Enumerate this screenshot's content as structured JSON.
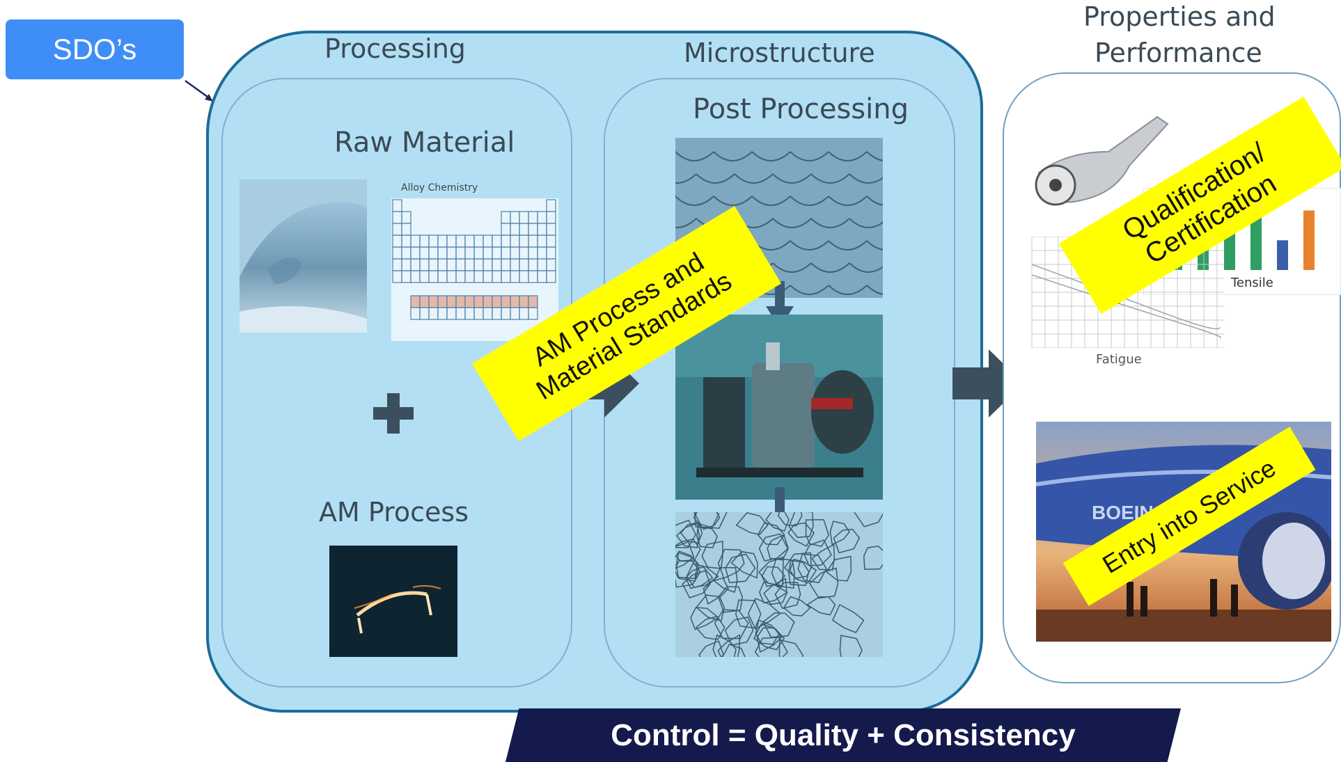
{
  "sdo_label": "SDO’s",
  "columns": {
    "processing": "Processing",
    "microstructure": "Microstructure",
    "properties_line1": "Properties and",
    "properties_line2": "Performance"
  },
  "left_panel": {
    "raw_material": "Raw Material",
    "alloy_chemistry": "Alloy Chemistry",
    "am_process": "AM Process"
  },
  "middle_panel": {
    "post_processing": "Post Processing"
  },
  "right_panel": {
    "tensile": "Tensile",
    "fatigue": "Fatigue",
    "boeing_text": "BOEING"
  },
  "stickies": {
    "am_standards_line1": "AM Process and",
    "am_standards_line2": "Material Standards",
    "qualification_line1": "Qualification/",
    "qualification_line2": "Certification",
    "entry_service": "Entry into Service"
  },
  "banner": "Control = Quality + Consistency",
  "colors": {
    "sdo_button": "#3f8ef7",
    "main_fill": "#b3dff5",
    "main_border": "#1c6b9a",
    "sticky": "#ffff00",
    "banner": "#141a4c",
    "arrow": "#3b4f5e"
  },
  "bar_chart": {
    "values": [
      0.55,
      0.7,
      0.8,
      0.9,
      0.45,
      0.9
    ],
    "colors": [
      "#2e9e61",
      "#2e9e61",
      "#2e9e61",
      "#2e9e61",
      "#3b5ea8",
      "#e8822e"
    ]
  }
}
